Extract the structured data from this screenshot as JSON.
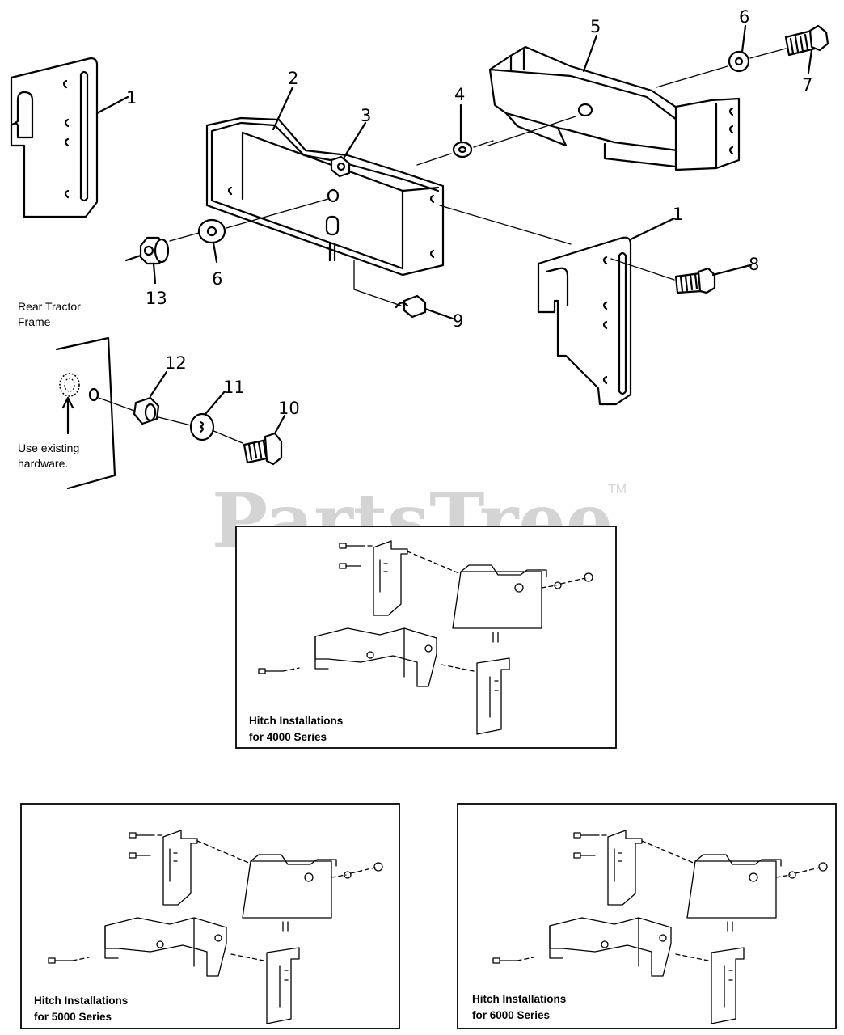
{
  "watermark": {
    "brand": "PartsTree",
    "trademark": "TM"
  },
  "callouts": {
    "c1a": "1",
    "c1b": "1",
    "c2": "2",
    "c3": "3",
    "c4": "4",
    "c5": "5",
    "c6a": "6",
    "c6b": "6",
    "c7": "7",
    "c8": "8",
    "c9": "9",
    "c10": "10",
    "c11": "11",
    "c12": "12",
    "c13": "13"
  },
  "notes": {
    "frame_line1": "Rear Tractor",
    "frame_line2": "Frame",
    "hardware_line1": "Use existing",
    "hardware_line2": "hardware."
  },
  "insets": [
    {
      "line1": "Hitch Installations",
      "line2": "for 4000 Series"
    },
    {
      "line1": "Hitch Installations",
      "line2": "for 5000 Series"
    },
    {
      "line1": "Hitch Installations",
      "line2": "for 6000 Series"
    }
  ]
}
